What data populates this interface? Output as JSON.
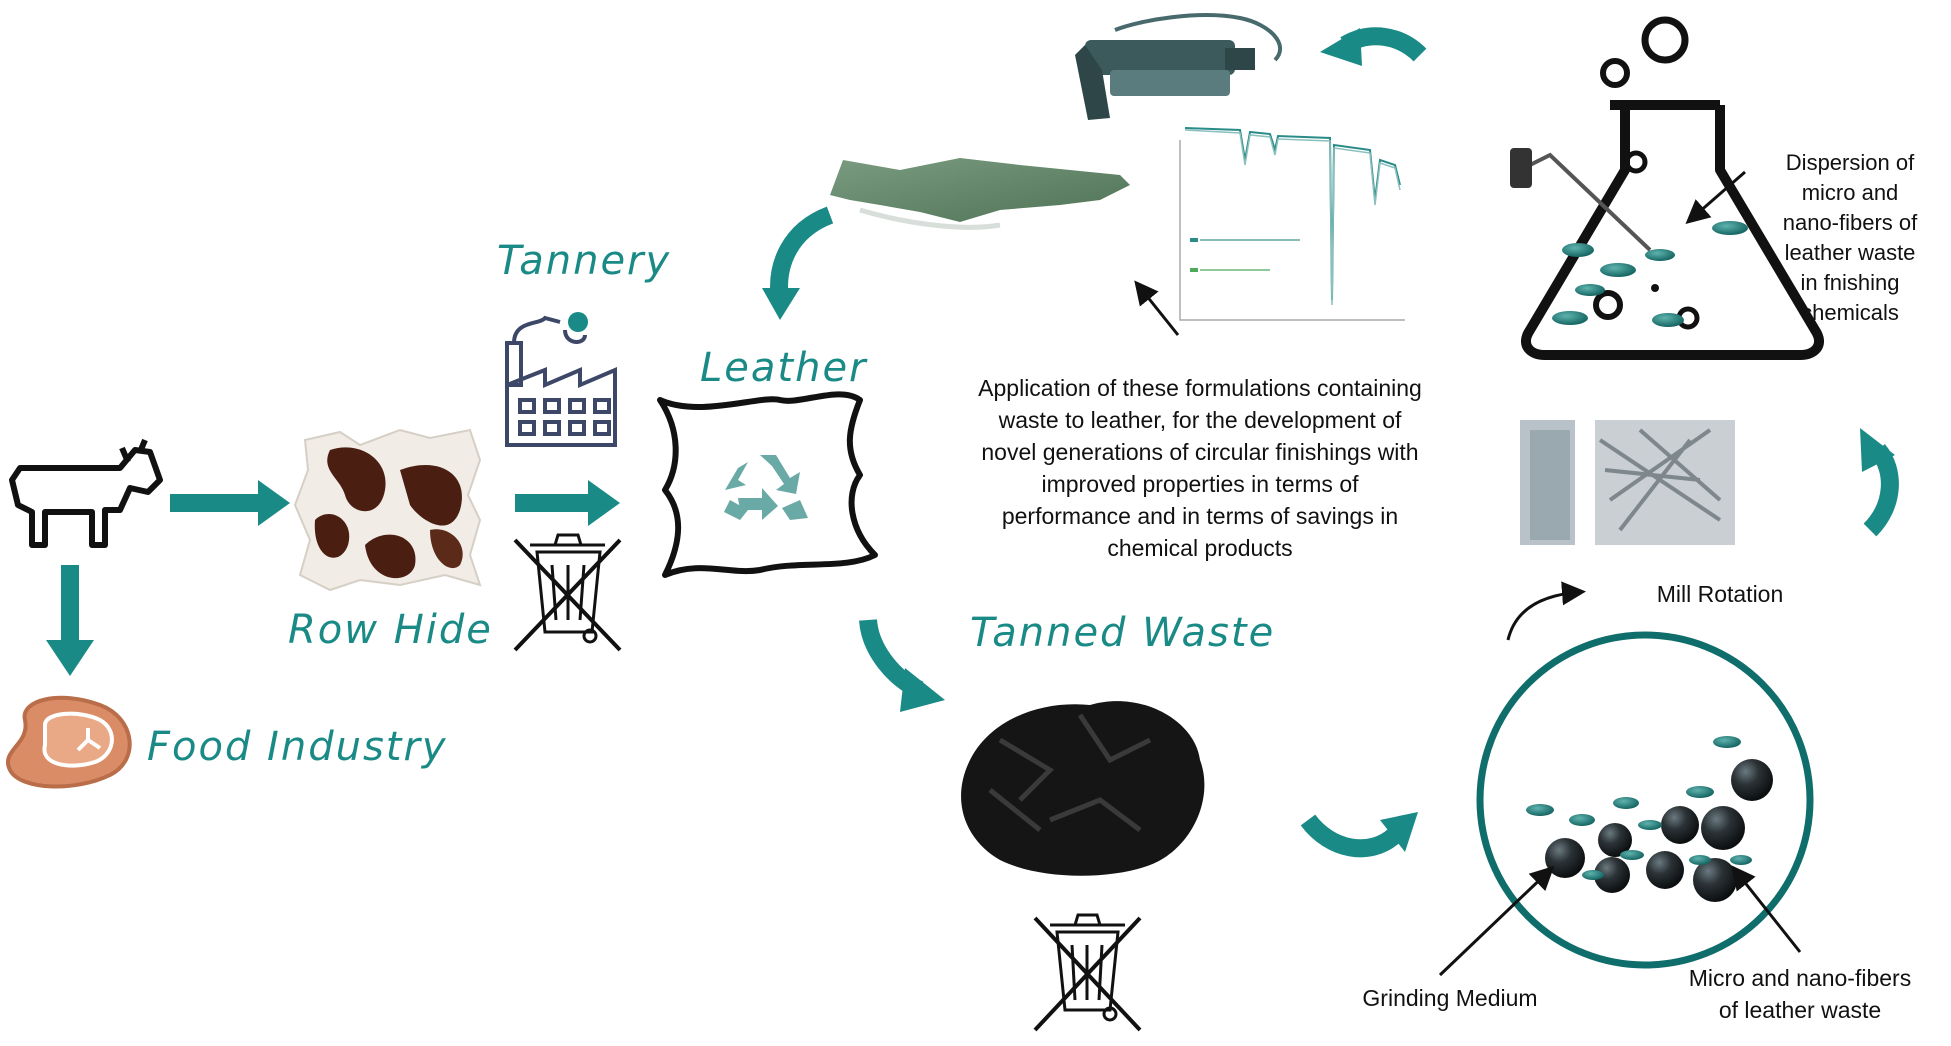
{
  "labels": {
    "tannery": "Tannery",
    "leather": "Leather",
    "row_hide": "Row Hide",
    "food_industry": "Food Industry",
    "tanned_waste": "Tanned Waste",
    "mill_rotation": "Mill Rotation",
    "grinding_medium": "Grinding Medium",
    "micro_fibers_line1": "Micro and nano-fibers",
    "micro_fibers_line2": "of leather waste",
    "dispersion_lines": [
      "Dispersion of",
      "micro and",
      "nano-fibers of",
      "leather waste",
      "in fnishing",
      "chemicals"
    ],
    "application_lines": [
      "Application of these formulations containing",
      "waste to leather, for the development of",
      "novel generations of circular finishings with",
      "improved properties in terms of",
      "performance and in terms of savings in",
      "chemical products"
    ]
  },
  "colors": {
    "teal": "#1a8a86",
    "teal_dark": "#0f6e6b",
    "black": "#111111",
    "meat": "#d98c66"
  },
  "icons": [
    "cow-icon",
    "meat-icon",
    "factory-icon",
    "recycle-icon",
    "trash-crossed-icon",
    "flask-icon",
    "spray-gun-icon"
  ]
}
